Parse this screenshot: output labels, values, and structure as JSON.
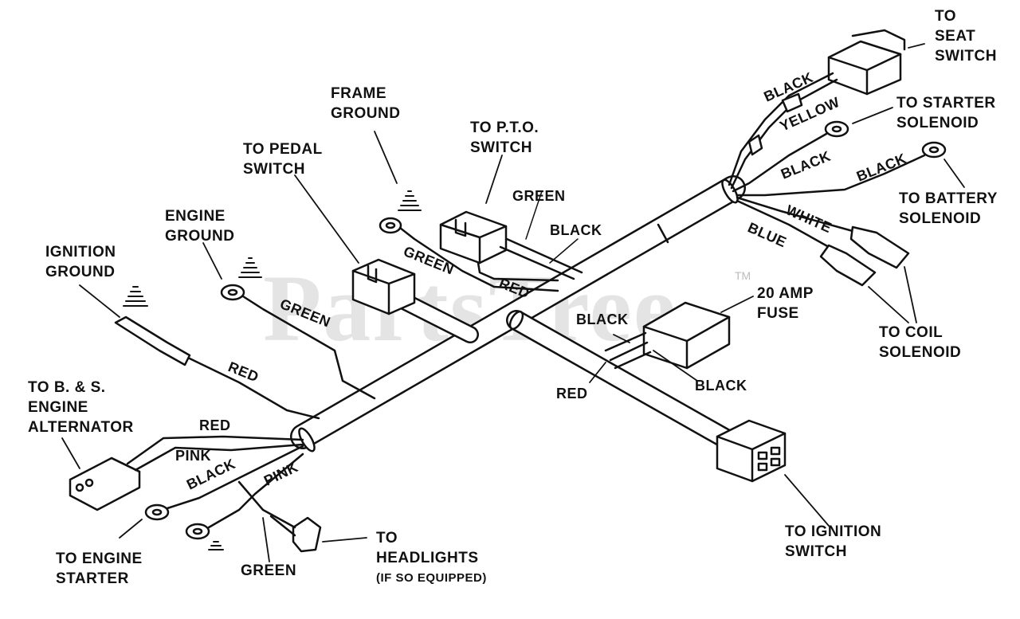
{
  "watermark": {
    "text": "PartsTree",
    "tm": "TM"
  },
  "labels": {
    "to_seat_switch": [
      "TO",
      "SEAT",
      "SWITCH"
    ],
    "to_starter_solenoid": [
      "TO STARTER",
      "SOLENOID"
    ],
    "to_battery_solenoid": [
      "TO BATTERY",
      "SOLENOID"
    ],
    "to_coil_solenoid": [
      "TO COIL",
      "SOLENOID"
    ],
    "fuse": [
      "20 AMP",
      "FUSE"
    ],
    "to_ignition_switch": [
      "TO IGNITION",
      "SWITCH"
    ],
    "frame_ground": [
      "FRAME",
      "GROUND"
    ],
    "to_pto_switch": [
      "TO P.T.O.",
      "SWITCH"
    ],
    "to_pedal_switch": [
      "TO PEDAL",
      "SWITCH"
    ],
    "engine_ground": [
      "ENGINE",
      "GROUND"
    ],
    "ignition_ground": [
      "IGNITION",
      "GROUND"
    ],
    "to_bs_alternator": [
      "TO B. & S.",
      "ENGINE",
      "ALTERNATOR"
    ],
    "to_engine_starter": [
      "TO ENGINE",
      "STARTER"
    ],
    "green_bottom": "GREEN",
    "to_headlights": [
      "TO",
      "HEADLIGHTS"
    ],
    "if_so_equipped": "(IF SO EQUIPPED)"
  },
  "wires": {
    "black_seat": "BLACK",
    "yellow_seat": "YELLOW",
    "black_starter": "BLACK",
    "black_battery": "BLACK",
    "white": "WHITE",
    "blue": "BLUE",
    "green_pto": "GREEN",
    "black_pto": "BLACK",
    "red_pto": "RED",
    "green_frame": "GREEN",
    "green_engine": "GREEN",
    "red_ignition": "RED",
    "black_fuse_top": "BLACK",
    "black_fuse_bottom": "BLACK",
    "red_fuse": "RED",
    "red_alt": "RED",
    "pink_alt": "PINK",
    "black_starter_lead": "BLACK",
    "pink_lead": "PINK"
  }
}
